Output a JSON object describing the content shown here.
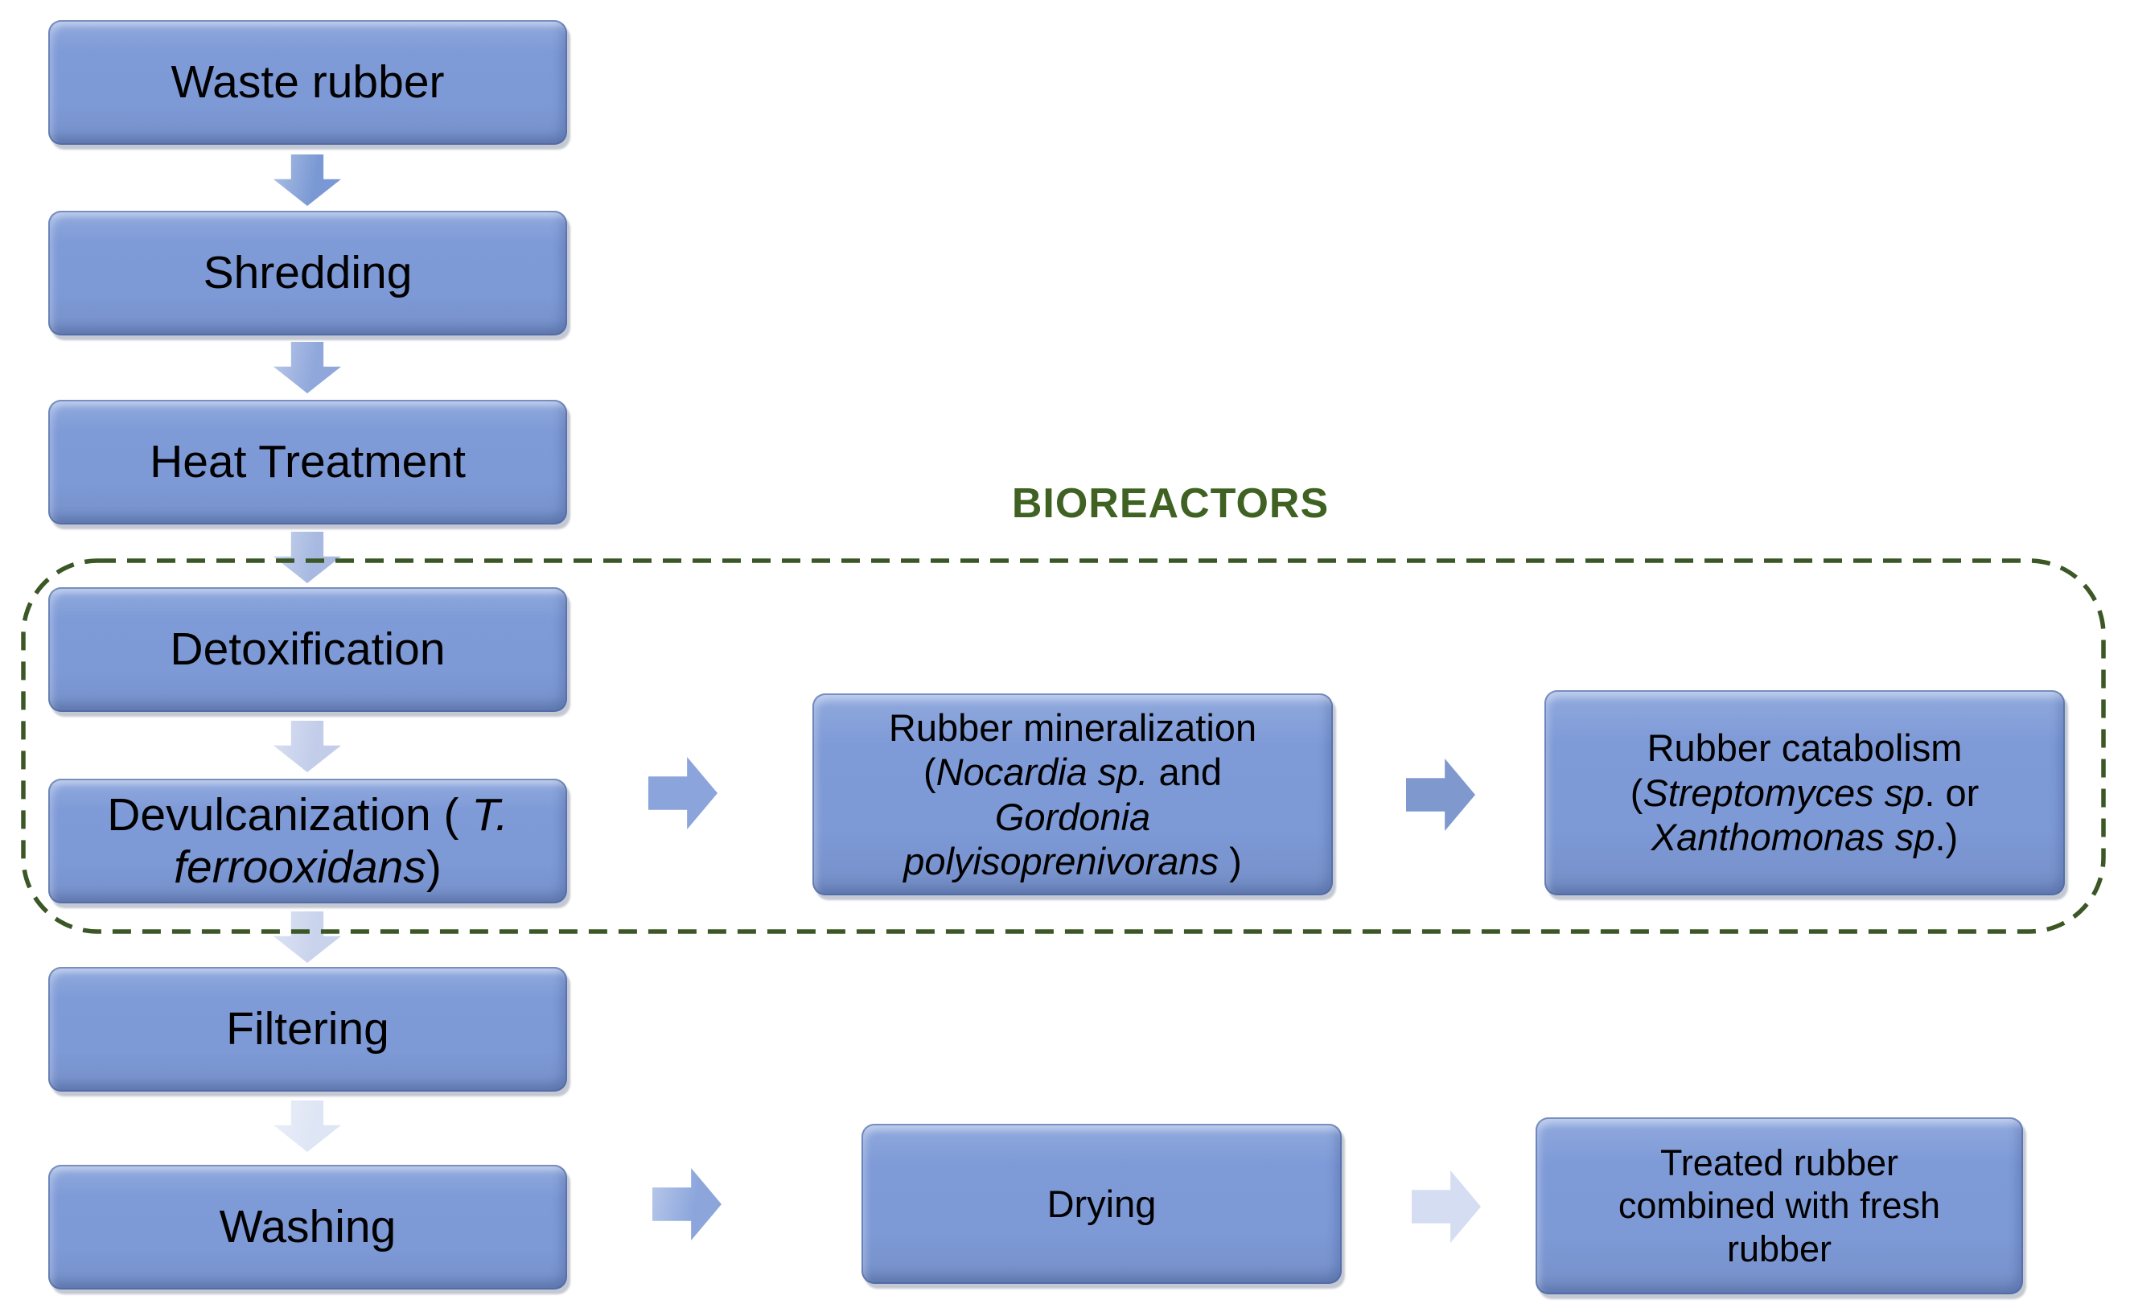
{
  "diagram_title": "BIOREACTORS",
  "boxes": {
    "waste_rubber": {
      "label": "Waste rubber"
    },
    "shredding": {
      "label": "Shredding"
    },
    "heat_treatment": {
      "label": "Heat Treatment"
    },
    "detoxification": {
      "label": "Detoxification"
    },
    "devulcanization": {
      "pre": "Devulcanization ( ",
      "species": "T. ferrooxidans",
      "post": ")"
    },
    "filtering": {
      "label": "Filtering"
    },
    "washing": {
      "label": "Washing"
    },
    "rubber_mineralization": {
      "line1": "Rubber mineralization",
      "line2_pre": "(",
      "line2_species": "Nocardia sp.",
      "line2_post": " and",
      "line3_species": "Gordonia",
      "line4_species": "polyisoprenivorans",
      "line4_post": " )"
    },
    "rubber_catabolism": {
      "line1": "Rubber catabolism",
      "line2_pre": "(",
      "line2_species": "Streptomyces sp",
      "line2_post": ". or",
      "line3_species": "Xanthomonas sp",
      "line3_post": ".)"
    },
    "drying": {
      "label": "Drying"
    },
    "treated_rubber": {
      "line1": "Treated rubber",
      "line2": "combined with fresh",
      "line3": "rubber"
    }
  },
  "connections": [
    {
      "from": "Waste rubber",
      "to": "Shredding",
      "direction": "down"
    },
    {
      "from": "Shredding",
      "to": "Heat Treatment",
      "direction": "down"
    },
    {
      "from": "Heat Treatment",
      "to": "Detoxification",
      "direction": "down"
    },
    {
      "from": "Detoxification",
      "to": "Devulcanization (T. ferrooxidans)",
      "direction": "down"
    },
    {
      "from": "Devulcanization (T. ferrooxidans)",
      "to": "Rubber mineralization (Nocardia sp. and Gordonia polyisoprenivorans)",
      "direction": "right"
    },
    {
      "from": "Rubber mineralization (Nocardia sp. and Gordonia polyisoprenivorans)",
      "to": "Rubber catabolism (Streptomyces sp. or Xanthomonas sp.)",
      "direction": "right"
    },
    {
      "from": "Devulcanization (T. ferrooxidans)",
      "to": "Filtering",
      "direction": "down"
    },
    {
      "from": "Filtering",
      "to": "Washing",
      "direction": "down"
    },
    {
      "from": "Washing",
      "to": "Drying",
      "direction": "right"
    },
    {
      "from": "Drying",
      "to": "Treated rubber combined with fresh rubber",
      "direction": "right"
    }
  ],
  "palette": {
    "background": "#FFFFFF",
    "box_fill": "#7D99D6",
    "box_fill_light": "#A9BDE7",
    "box_fill_dark": "#6F88BF",
    "box_border": "#48649F",
    "text_color": "#000000",
    "title_green": "#3F6121",
    "dashed_border_green": "#3B5726",
    "down_arrow_colors": [
      "#7A99D4",
      "#8FA7DB",
      "#A7B9E1",
      "#C2CDEA",
      "#C9D3EC",
      "#DEE5F4"
    ],
    "right_arrow_colors": [
      "#8CA4DC",
      "#7F98CE",
      "#8CA6DC",
      "#D4DDF1"
    ]
  }
}
